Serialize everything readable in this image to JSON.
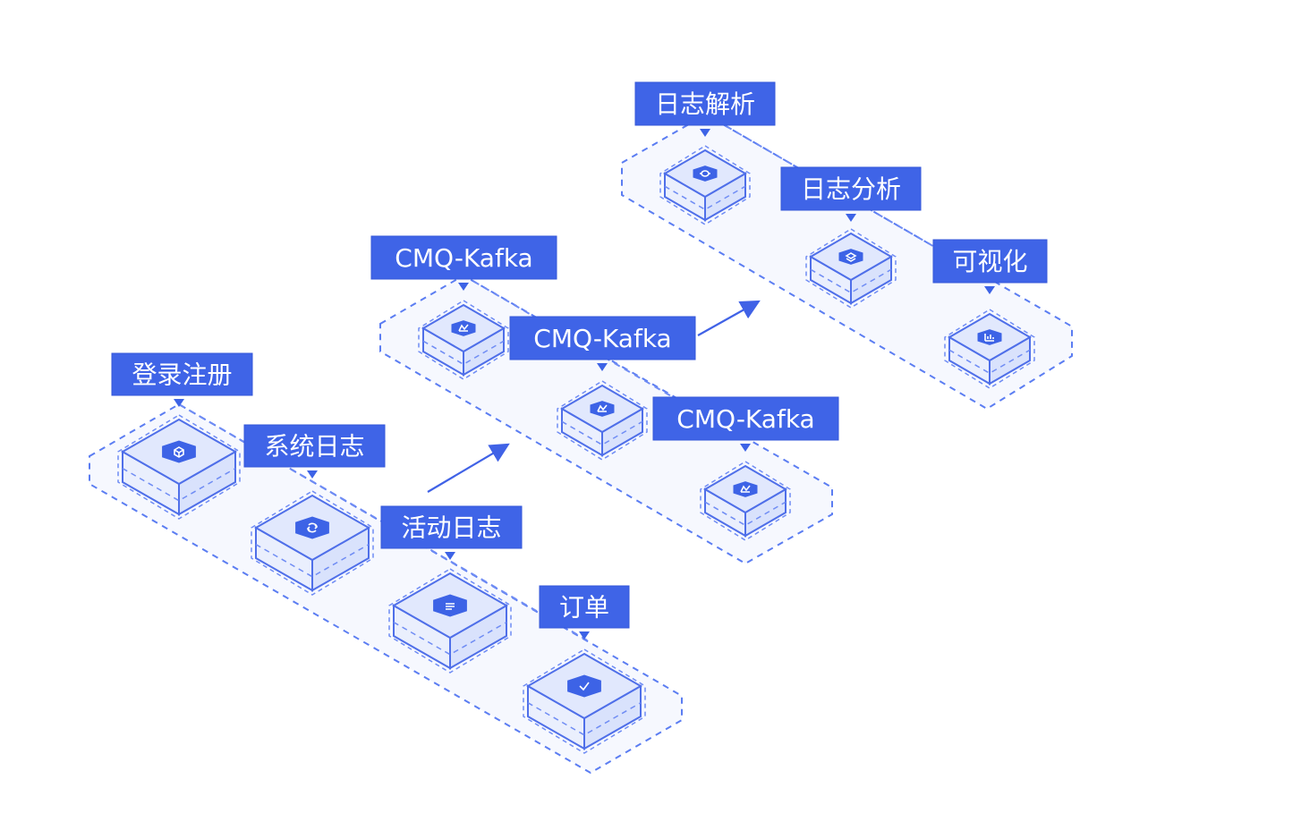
{
  "diagram": {
    "lanes": [
      {
        "id": "sources",
        "nodes": [
          {
            "id": "login",
            "label": "登录注册",
            "icon": "cube-badge-icon"
          },
          {
            "id": "syslog",
            "label": "系统日志",
            "icon": "cycle-badge-icon"
          },
          {
            "id": "activity",
            "label": "活动日志",
            "icon": "list-badge-icon"
          },
          {
            "id": "order",
            "label": "订单",
            "icon": "check-badge-icon"
          }
        ]
      },
      {
        "id": "queue",
        "nodes": [
          {
            "id": "kafka1",
            "label": "CMQ-Kafka",
            "icon": "queue-badge-icon"
          },
          {
            "id": "kafka2",
            "label": "CMQ-Kafka",
            "icon": "queue-badge-icon"
          },
          {
            "id": "kafka3",
            "label": "CMQ-Kafka",
            "icon": "queue-badge-icon"
          }
        ]
      },
      {
        "id": "analysis",
        "nodes": [
          {
            "id": "parse",
            "label": "日志解析",
            "icon": "gear-badge-icon"
          },
          {
            "id": "analyze",
            "label": "日志分析",
            "icon": "stack-badge-icon"
          },
          {
            "id": "visual",
            "label": "可视化",
            "icon": "chart-badge-icon"
          }
        ]
      }
    ],
    "flows": [
      {
        "from": "sources",
        "to": "queue"
      },
      {
        "from": "queue",
        "to": "analysis"
      }
    ],
    "colors": {
      "accent": "#3f64e7",
      "box_top": "#e1e8fd",
      "lane_fill": "#f6f8fe",
      "dash": "#5b7df2"
    }
  }
}
